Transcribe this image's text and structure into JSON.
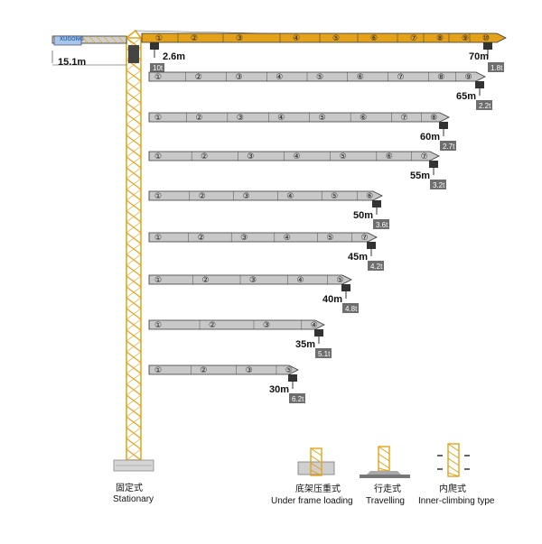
{
  "colors": {
    "mast": "#E3A21A",
    "jib_main": "#E3A21A",
    "jib_option": "#C8C8C8",
    "outline": "#333333",
    "load_tag": "#6E6E6E",
    "base": "#BDBDBD",
    "brand": "#2B6CB0"
  },
  "brand_text": "XUGONG",
  "counter_jib_length": "15.1m",
  "min_radius_label": "2.6m",
  "min_radius_load": "10t",
  "jib_configs": [
    {
      "radius": "70m",
      "tip_load": "1.8t",
      "segments": [
        "①",
        "②",
        "③",
        "④",
        "⑤",
        "⑥",
        "⑦",
        "⑧",
        "⑨",
        "⑩"
      ]
    },
    {
      "radius": "65m",
      "tip_load": "2.2t",
      "segments": [
        "①",
        "②",
        "③",
        "④",
        "⑤",
        "⑥",
        "⑦",
        "⑧",
        "⑨"
      ]
    },
    {
      "radius": "60m",
      "tip_load": "2.7t",
      "segments": [
        "①",
        "②",
        "③",
        "④",
        "⑤",
        "⑥",
        "⑦",
        "⑧"
      ]
    },
    {
      "radius": "55m",
      "tip_load": "3.2t",
      "segments": [
        "①",
        "②",
        "③",
        "④",
        "⑤",
        "⑥",
        "⑦"
      ]
    },
    {
      "radius": "50m",
      "tip_load": "3.6t",
      "segments": [
        "①",
        "②",
        "③",
        "④",
        "⑤",
        "⑥"
      ]
    },
    {
      "radius": "45m",
      "tip_load": "4.2t",
      "segments": [
        "①",
        "②",
        "③",
        "④",
        "⑤",
        "⑦"
      ]
    },
    {
      "radius": "40m",
      "tip_load": "4.8t",
      "segments": [
        "①",
        "②",
        "③",
        "④",
        "⑤"
      ]
    },
    {
      "radius": "35m",
      "tip_load": "5.1t",
      "segments": [
        "①",
        "②",
        "③",
        "④"
      ]
    },
    {
      "radius": "30m",
      "tip_load": "6.2t",
      "segments": [
        "①",
        "②",
        "③",
        "⑤"
      ]
    }
  ],
  "base_types": [
    {
      "cn": "固定式",
      "en": "Stationary"
    },
    {
      "cn": "底架压重式",
      "en": "Under frame loading"
    },
    {
      "cn": "行走式",
      "en": "Travelling"
    },
    {
      "cn": "内爬式",
      "en": "Inner-climbing type"
    }
  ]
}
